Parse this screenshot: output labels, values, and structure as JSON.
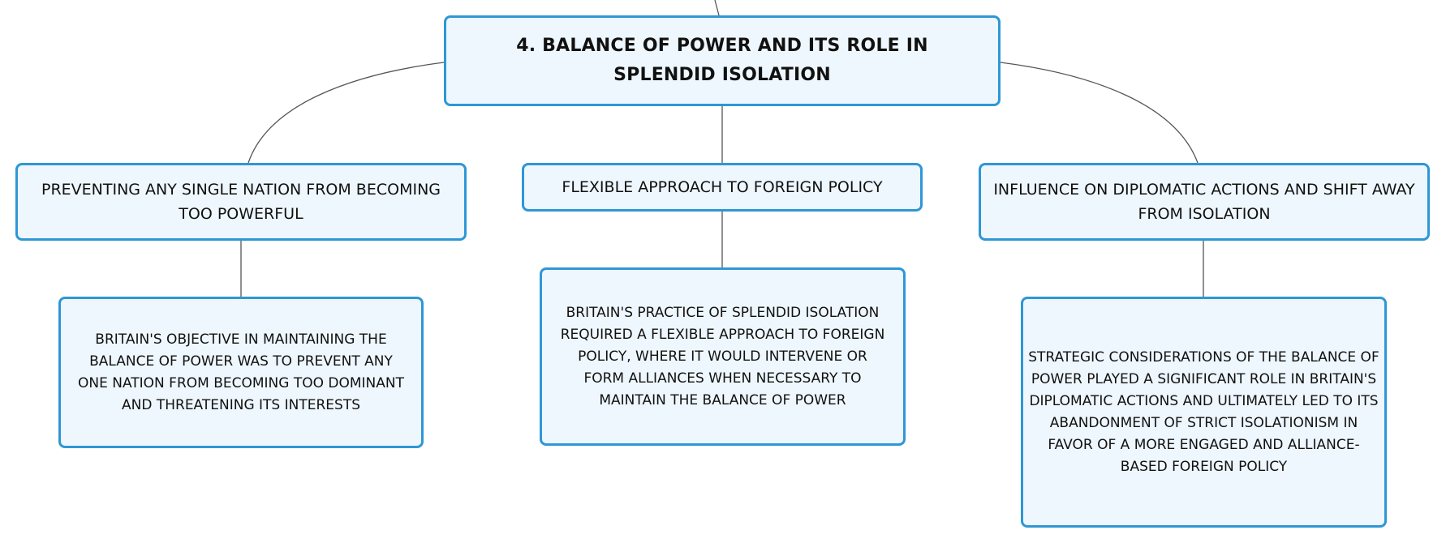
{
  "diagram": {
    "root": {
      "label": "4. BALANCE OF POWER AND ITS ROLE IN SPLENDID ISOLATION"
    },
    "branches": [
      {
        "label": "PREVENTING ANY SINGLE NATION FROM BECOMING TOO POWERFUL",
        "detail": "BRITAIN'S OBJECTIVE IN MAINTAINING THE BALANCE OF POWER WAS TO PREVENT ANY ONE NATION FROM BECOMING TOO DOMINANT AND THREATENING ITS INTERESTS"
      },
      {
        "label": "FLEXIBLE APPROACH TO FOREIGN POLICY",
        "detail": "BRITAIN'S PRACTICE OF SPLENDID ISOLATION REQUIRED A FLEXIBLE APPROACH TO FOREIGN POLICY, WHERE IT WOULD INTERVENE OR FORM ALLIANCES WHEN NECESSARY TO MAINTAIN THE BALANCE OF POWER"
      },
      {
        "label": "INFLUENCE ON DIPLOMATIC ACTIONS AND SHIFT AWAY FROM ISOLATION",
        "detail": "STRATEGIC CONSIDERATIONS OF THE BALANCE OF POWER PLAYED A SIGNIFICANT ROLE IN BRITAIN'S DIPLOMATIC ACTIONS AND ULTIMATELY LED TO ITS ABANDONMENT OF STRICT ISOLATIONISM IN FAVOR OF A MORE ENGAGED AND ALLIANCE-BASED FOREIGN POLICY"
      }
    ]
  },
  "colors": {
    "node_border": "#2e97d6",
    "node_fill": "#eef7fd",
    "connector": "#555555",
    "text": "#111111"
  }
}
